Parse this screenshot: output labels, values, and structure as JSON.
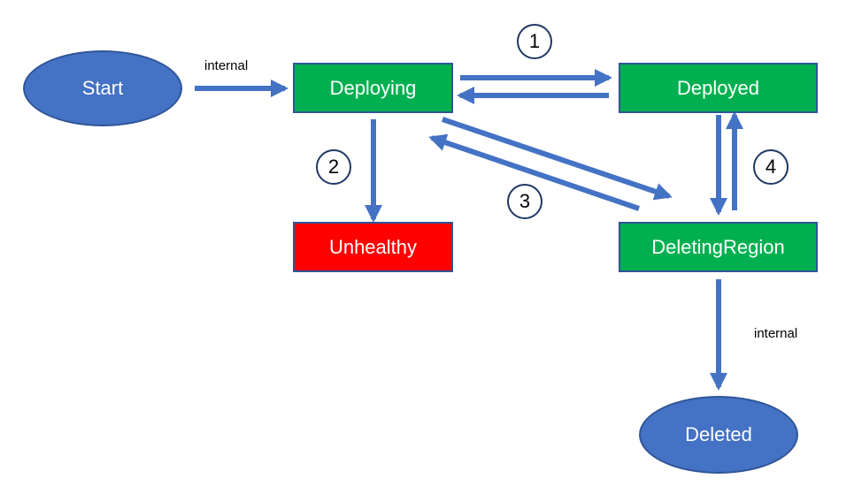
{
  "colors": {
    "arrow": "#4472c4",
    "terminal": "#4472c4",
    "state_ok": "#00b050",
    "state_error": "#ff0000"
  },
  "nodes": {
    "start": "Start",
    "deploying": "Deploying",
    "deployed": "Deployed",
    "unhealthy": "Unhealthy",
    "deleting_region": "DeletingRegion",
    "deleted": "Deleted"
  },
  "edge_labels": {
    "start_to_deploying": "internal",
    "deleting_to_deleted": "internal"
  },
  "markers": {
    "m1": "1",
    "m2": "2",
    "m3": "3",
    "m4": "4"
  }
}
